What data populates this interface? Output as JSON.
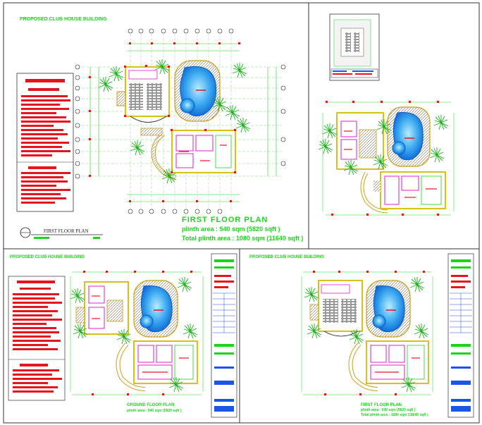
{
  "sheet": {
    "project_title": "PROPOSED CLUB HOUSE BUILDING",
    "first_floor": {
      "title": "FIRST FLOOR PLAN",
      "plinth_area": "plinth area : 540 sqm (5820 sqft )",
      "total_plinth_area": "Total plinth area : 1080 sqm (11640 sqft )",
      "drawing_tag": "FIRST FLOOR PLAN"
    },
    "ground_floor_panel": {
      "project_title": "PROPOSED CLUB HOUSE BUILDING",
      "title": "GROUND FLOOR PLAN",
      "plinth_area": "plinth area : 540 sqm (5820 sqft )"
    },
    "first_floor_panel": {
      "project_title": "PROPOSED CLUB HOUSE BUILDING",
      "title": "FIRST FLOOR PLAN",
      "plinth_area": "plinth area : 540 sqm (5820 sqft )",
      "total_plinth_area": "Total plinth area : 1080 sqm (11640 sqft )"
    }
  },
  "colors": {
    "border": "#333333",
    "red": "#e8141c",
    "green": "#19d619",
    "pool": "#1a8fe6",
    "pool_light": "#7fd0ff",
    "magenta": "#e020c8",
    "yellow": "#e6c414",
    "grid": "#9ad39a"
  }
}
